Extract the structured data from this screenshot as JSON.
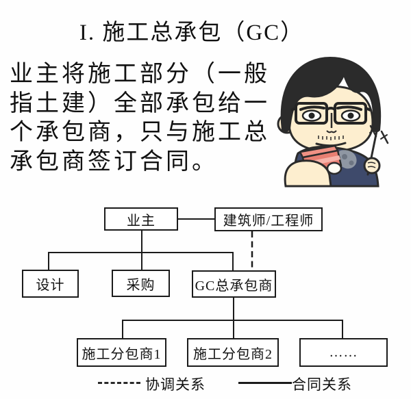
{
  "title": "I. 施工总承包（GC）",
  "intro": {
    "lines": [
      "业主将施工部分（一般",
      "指土建）全部承包给一",
      "个承包商，只与施工总",
      "承包商签订合同。"
    ]
  },
  "illustration": {
    "icon": "man-with-glasses-holding-book-and-pointer-icon",
    "colors": {
      "hair": "#2b2b2b",
      "skin": "#fdeecf",
      "shirt": "#3e4a6b",
      "book": "#e87f72"
    }
  },
  "diagram": {
    "nodes": {
      "owner": "业主",
      "architect": "建筑师/工程师",
      "design": "设计",
      "procurement": "采购",
      "gc": "GC总承包商",
      "sub1": "施工分包商1",
      "sub2": "施工分包商2",
      "others": "……"
    },
    "legend": {
      "dashed_label": "协调关系",
      "solid_label": "合同关系"
    }
  },
  "colors": {
    "line": "#1b1b1b",
    "text": "#111111",
    "background": "#ffffff"
  }
}
